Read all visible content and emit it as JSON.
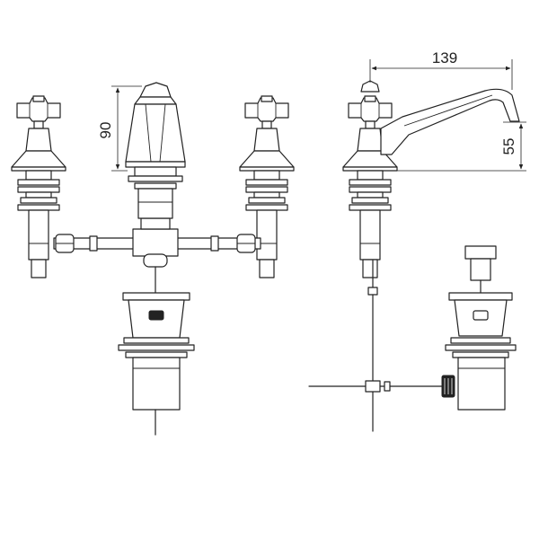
{
  "dimensions": {
    "height_front": "90",
    "spout_reach": "139",
    "spout_height": "55"
  }
}
